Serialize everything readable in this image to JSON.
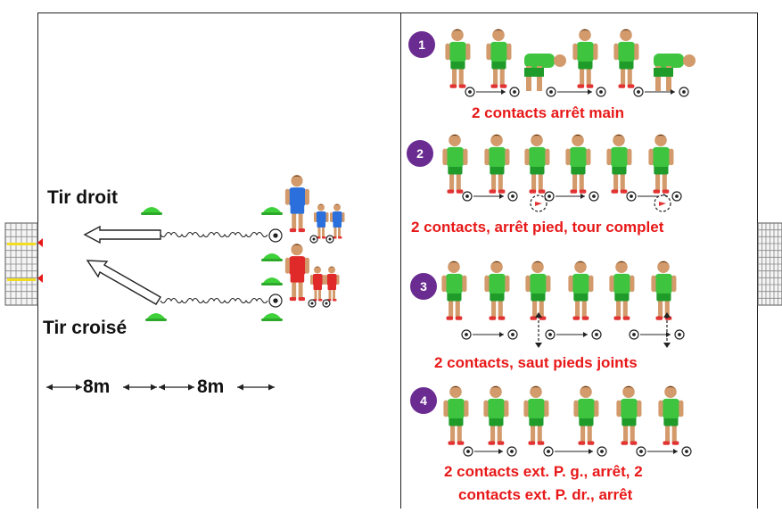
{
  "colors": {
    "cone": "#3fd13a",
    "player_green": "#3fc43f",
    "player_blue": "#2a6fdb",
    "player_red": "#e02a2a",
    "text_red": "#e81818",
    "badge_purple": "#6a2c91",
    "skin": "#d39a6b",
    "hair": "#5a3617"
  },
  "left_panel": {
    "tir_droit": "Tir droit",
    "tir_croise": "Tir croisé",
    "distance_1": "8m",
    "distance_2": "8m"
  },
  "exercises": [
    {
      "number": "1",
      "caption": "2 contacts arrêt main"
    },
    {
      "number": "2",
      "caption": "2 contacts, arrêt pied, tour complet"
    },
    {
      "number": "3",
      "caption": "2 contacts, saut pieds joints"
    },
    {
      "number": "4",
      "caption_line1": "2 contacts ext. P. g., arrêt, 2",
      "caption_line2": "contacts ext. P. dr., arrêt"
    }
  ],
  "icons": [
    "goal-icon",
    "cone-icon",
    "ball-icon",
    "player-icon",
    "pass-arrow-icon",
    "jump-arrow-icon",
    "turn-icon"
  ]
}
